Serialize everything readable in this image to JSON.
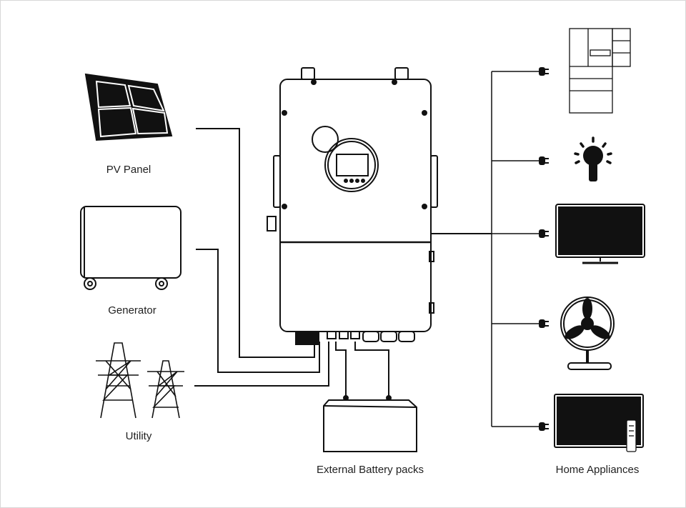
{
  "labels": {
    "pv_panel": "PV Panel",
    "generator": "Generator",
    "utility": "Utility",
    "battery": "External Battery packs",
    "appliances": "Home Appliances"
  },
  "colors": {
    "line": "#111111",
    "background": "#ffffff"
  },
  "icons": [
    "solar-panel-icon",
    "generator-icon",
    "transmission-tower-icon",
    "inverter-icon",
    "battery-icon",
    "plug-icon",
    "refrigerator-icon",
    "light-bulb-icon",
    "monitor-icon",
    "fan-icon",
    "tv-icon",
    "remote-icon"
  ]
}
